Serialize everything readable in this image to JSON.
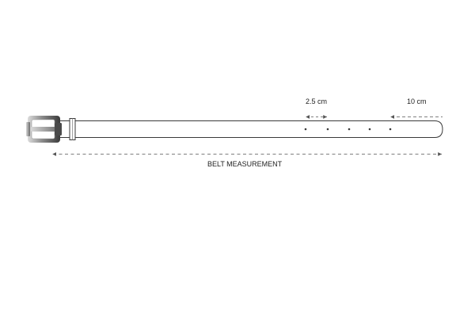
{
  "labels": {
    "hole_spacing": "2.5 cm",
    "tail_length": "10 cm",
    "belt_measurement": "BELT MEASUREMENT"
  },
  "belt": {
    "hole_count": 5
  },
  "colors": {
    "outline": "#3a3a3a",
    "buckle_light": "#c9c9c9",
    "buckle_dark": "#3c3c3c",
    "arrow": "#555555",
    "text": "#222222"
  }
}
